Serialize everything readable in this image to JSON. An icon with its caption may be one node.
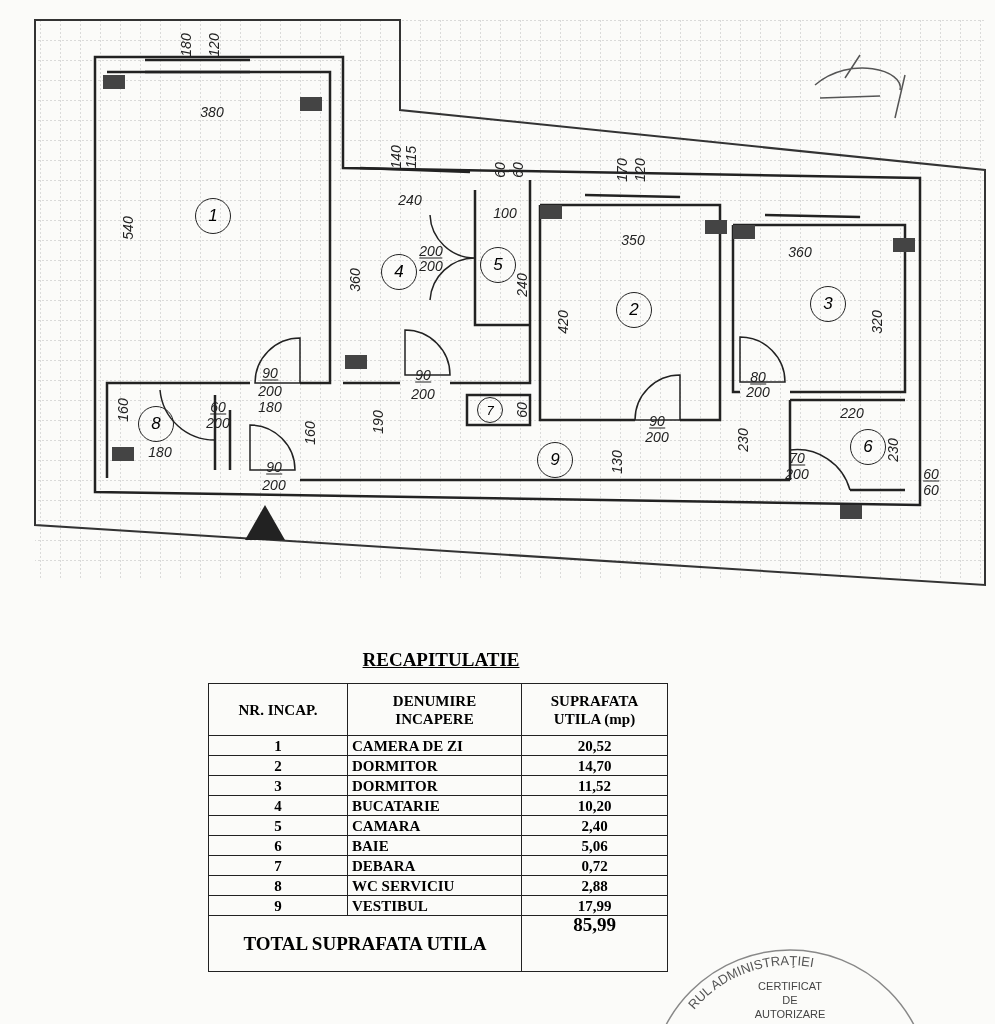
{
  "diagram": {
    "nodes": [
      {
        "text": [
          "1"
        ]
      },
      {
        "text": [
          "4"
        ]
      },
      {
        "text": [
          "5"
        ]
      },
      {
        "text": [
          "2"
        ]
      },
      {
        "text": [
          "3"
        ]
      },
      {
        "text": [
          "8"
        ]
      },
      {
        "text": [
          "7"
        ]
      },
      {
        "text": [
          "9"
        ]
      },
      {
        "text": [
          "6"
        ]
      }
    ],
    "labels": [
      "180",
      "120",
      "380",
      "140",
      "115",
      "60",
      "60",
      "170",
      "120",
      "240",
      "100",
      "540",
      "200",
      "350",
      "360",
      "200",
      "360",
      "240",
      "420",
      "320",
      "90",
      "90",
      "80",
      "200",
      "200",
      "200",
      "160",
      "60",
      "180",
      "60",
      "220",
      "200",
      "190",
      "90",
      "160",
      "200",
      "230",
      "180",
      "130",
      "70",
      "230",
      "90",
      "200",
      "60",
      "200",
      "60",
      "RECAPITULATIE",
      "NR. INCAP.",
      "DENUMIRE INCAPERE",
      "SUPRAFATA UTILA (mp)",
      "1",
      "CAMERA DE ZI",
      "20,52",
      "2",
      "DORMITOR",
      "14,70",
      "3",
      "DORMITOR",
      "11,52",
      "4",
      "BUCATARIE",
      "10,20",
      "5",
      "CAMARA",
      "2,40",
      "6",
      "BAIE",
      "5,06",
      "7",
      "DEBARA",
      "0,72",
      "8",
      "WC SERVICIU",
      "2,88",
      "9",
      "VESTIBUL",
      "17,99",
      "TOTAL SUPRAFATA UTILA",
      "85,99",
      "RUL ADMINISTRAŢIEI",
      "CERTIFICAT",
      "DE",
      "AUTORIZARE"
    ]
  }
}
